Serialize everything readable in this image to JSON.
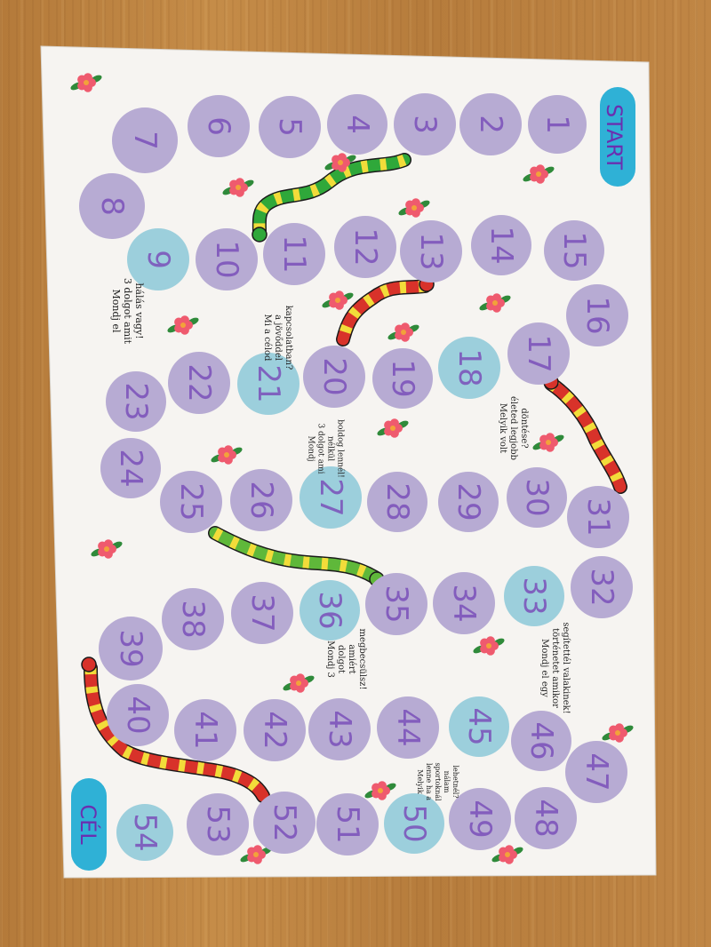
{
  "board": {
    "start_label": "START",
    "goal_label": "CÉL",
    "colors": {
      "paper": "#f6f4f1",
      "space": "#b7abd3",
      "special_space": "#9ccfdc",
      "start_goal": "#2fb1d6",
      "digits": "#7a4fb8"
    },
    "spaces": [
      {
        "n": "1",
        "special": false
      },
      {
        "n": "2",
        "special": false
      },
      {
        "n": "3",
        "special": false
      },
      {
        "n": "4",
        "special": false
      },
      {
        "n": "5",
        "special": false
      },
      {
        "n": "6",
        "special": false
      },
      {
        "n": "7",
        "special": false
      },
      {
        "n": "8",
        "special": false
      },
      {
        "n": "9",
        "special": true
      },
      {
        "n": "10",
        "special": false
      },
      {
        "n": "11",
        "special": false
      },
      {
        "n": "12",
        "special": false
      },
      {
        "n": "13",
        "special": false
      },
      {
        "n": "14",
        "special": false
      },
      {
        "n": "15",
        "special": false
      },
      {
        "n": "16",
        "special": false
      },
      {
        "n": "17",
        "special": false
      },
      {
        "n": "18",
        "special": true
      },
      {
        "n": "19",
        "special": false
      },
      {
        "n": "20",
        "special": false
      },
      {
        "n": "21",
        "special": true
      },
      {
        "n": "22",
        "special": false
      },
      {
        "n": "23",
        "special": false
      },
      {
        "n": "24",
        "special": false
      },
      {
        "n": "25",
        "special": false
      },
      {
        "n": "26",
        "special": false
      },
      {
        "n": "27",
        "special": true
      },
      {
        "n": "28",
        "special": false
      },
      {
        "n": "29",
        "special": false
      },
      {
        "n": "30",
        "special": false
      },
      {
        "n": "31",
        "special": false
      },
      {
        "n": "32",
        "special": false
      },
      {
        "n": "33",
        "special": true
      },
      {
        "n": "34",
        "special": false
      },
      {
        "n": "35",
        "special": false
      },
      {
        "n": "36",
        "special": true
      },
      {
        "n": "37",
        "special": false
      },
      {
        "n": "38",
        "special": false
      },
      {
        "n": "39",
        "special": false
      },
      {
        "n": "40",
        "special": false
      },
      {
        "n": "41",
        "special": false
      },
      {
        "n": "42",
        "special": false
      },
      {
        "n": "43",
        "special": false
      },
      {
        "n": "44",
        "special": false
      },
      {
        "n": "45",
        "special": true
      },
      {
        "n": "46",
        "special": false
      },
      {
        "n": "47",
        "special": false
      },
      {
        "n": "48",
        "special": false
      },
      {
        "n": "49",
        "special": false
      },
      {
        "n": "50",
        "special": true
      },
      {
        "n": "51",
        "special": false
      },
      {
        "n": "52",
        "special": false
      },
      {
        "n": "53",
        "special": false
      },
      {
        "n": "54",
        "special": true
      }
    ],
    "snakes": [
      {
        "name": "green-snake-top",
        "color": "#2fa83a",
        "stripe": "#f2dc3a"
      },
      {
        "name": "red-snake-upper",
        "color": "#d8322a",
        "stripe": "#f2dc3a"
      },
      {
        "name": "red-snake-right",
        "color": "#d8322a",
        "stripe": "#f2dc3a"
      },
      {
        "name": "green-snake-middle",
        "color": "#5fb83a",
        "stripe": "#f2dc3a"
      },
      {
        "name": "red-snake-bottom",
        "color": "#d8322a",
        "stripe": "#f2dc3a"
      }
    ],
    "notes": [
      {
        "lines": [
          "Mondj el",
          "3 dolgot amit",
          "hálás vagy!"
        ]
      },
      {
        "lines": [
          "Mi a célod",
          "a jövőddel",
          "kapcsolatban?"
        ]
      },
      {
        "lines": [
          "Melyik volt",
          "életed legjobb",
          "döntése?"
        ]
      },
      {
        "lines": [
          "Mondj",
          "3 dolgot ami",
          "nélkül",
          "boldog lennél!"
        ]
      },
      {
        "lines": [
          "Mondj 3",
          "dolgot",
          "amiért",
          "megbecsülsz!"
        ]
      },
      {
        "lines": [
          "Mondj el egy",
          "történetet amikor",
          "segítettél valakinek!"
        ]
      },
      {
        "lines": [
          "Melyik",
          "lenne ha a",
          "sportoknál",
          "nálam",
          "lehetnél?"
        ]
      }
    ]
  }
}
